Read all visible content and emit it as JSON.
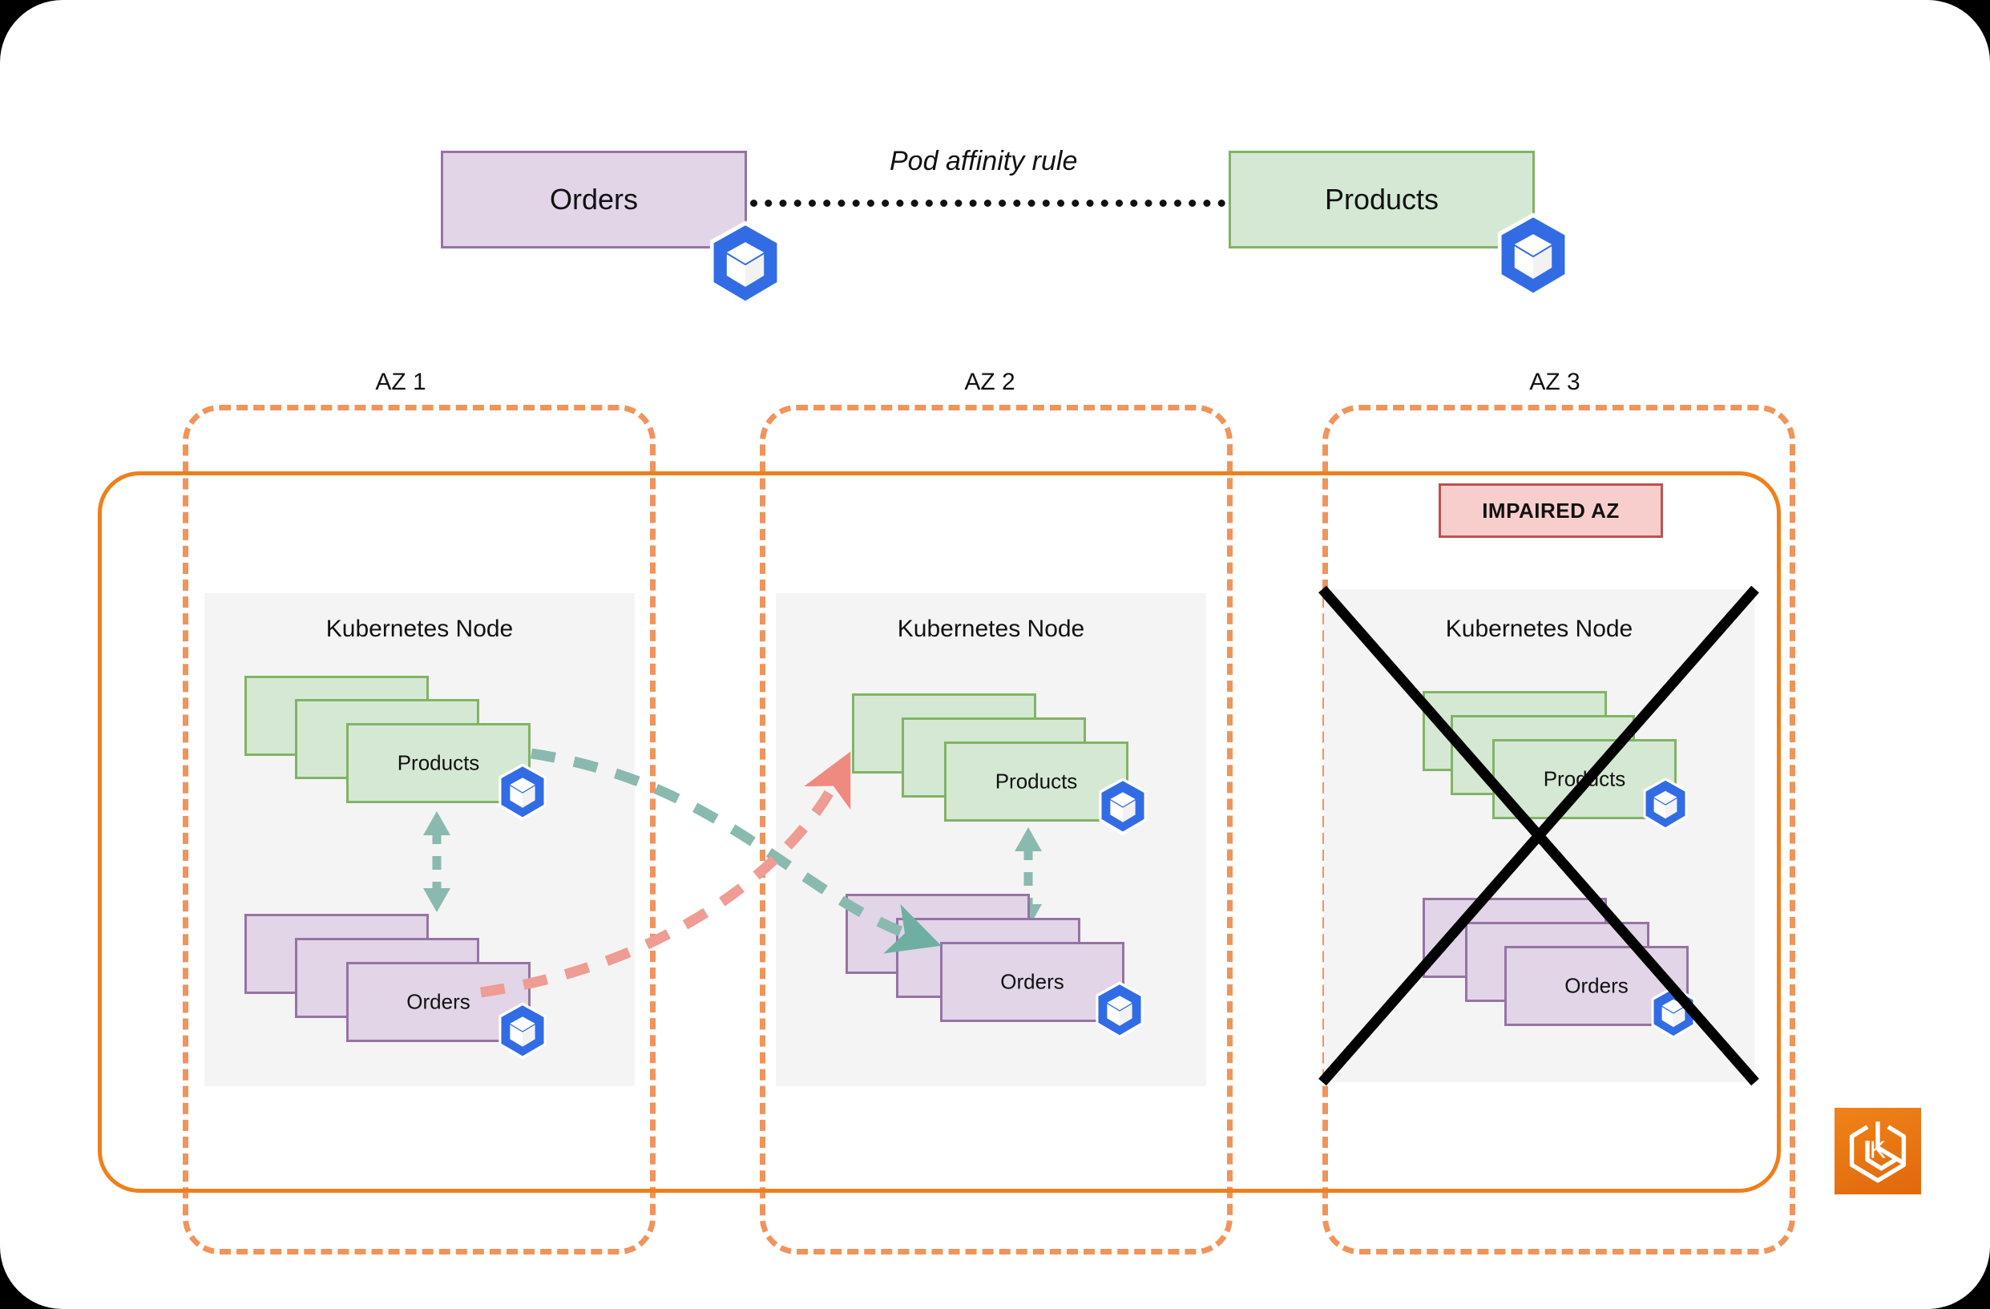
{
  "diagram": {
    "title_services": {
      "orders_label": "Orders",
      "products_label": "Products",
      "affinity_rule_label": "Pod affinity rule"
    },
    "zones": [
      {
        "id": "az1",
        "label": "AZ 1",
        "node_title": "Kubernetes Node",
        "impaired": false,
        "impaired_label": "",
        "pods": [
          {
            "kind": "products",
            "label": "Products",
            "replicas": 3,
            "color": "#D5E8D4",
            "border": "#82B366"
          },
          {
            "kind": "orders",
            "label": "Orders",
            "replicas": 3,
            "color": "#E1D5E7",
            "border": "#9673A6"
          }
        ],
        "has_affinity_arrow": true
      },
      {
        "id": "az2",
        "label": "AZ 2",
        "node_title": "Kubernetes Node",
        "impaired": false,
        "impaired_label": "",
        "pods": [
          {
            "kind": "products",
            "label": "Products",
            "replicas": 3,
            "color": "#D5E8D4",
            "border": "#82B366"
          },
          {
            "kind": "orders",
            "label": "Orders",
            "replicas": 3,
            "color": "#E1D5E7",
            "border": "#9673A6"
          }
        ],
        "has_affinity_arrow": true
      },
      {
        "id": "az3",
        "label": "AZ 3",
        "node_title": "Kubernetes Node",
        "impaired": true,
        "impaired_label": "IMPAIRED AZ",
        "pods": [
          {
            "kind": "products",
            "label": "Products",
            "replicas": 3,
            "color": "#D5E8D4",
            "border": "#82B366"
          },
          {
            "kind": "orders",
            "label": "Orders",
            "replicas": 3,
            "color": "#E1D5E7",
            "border": "#9673A6"
          }
        ],
        "has_affinity_arrow": false
      }
    ],
    "migration_arrows": [
      {
        "name": "products-migration",
        "from": "az1-products",
        "to": "az2-orders",
        "color": "#8AB9AF",
        "style": "dashed"
      },
      {
        "name": "orders-migration",
        "from": "az1-orders",
        "to": "az2-products",
        "color": "#EE9C94",
        "style": "dashed"
      }
    ],
    "colors": {
      "pod_green_fill": "#D5E8D4",
      "pod_green_border": "#82B366",
      "pod_purple_fill": "#E1D5E7",
      "pod_purple_border": "#9673A6",
      "az_dashed": "#F0945B",
      "cluster_solid": "#F07F1A",
      "node_panel": "#F4F4F4",
      "impaired_fill": "#F8CECC",
      "impaired_border": "#B85450",
      "k8s_blue": "#326CE5",
      "affinity_arrow_teal": "#8AB9AF",
      "brand_orange": "#E86F0C"
    },
    "icons": {
      "k8s_pod_icon": "kubernetes-logo-icon",
      "brand_icon": "brand-k-logo-icon",
      "failure_mark": "x-cross-icon"
    }
  }
}
